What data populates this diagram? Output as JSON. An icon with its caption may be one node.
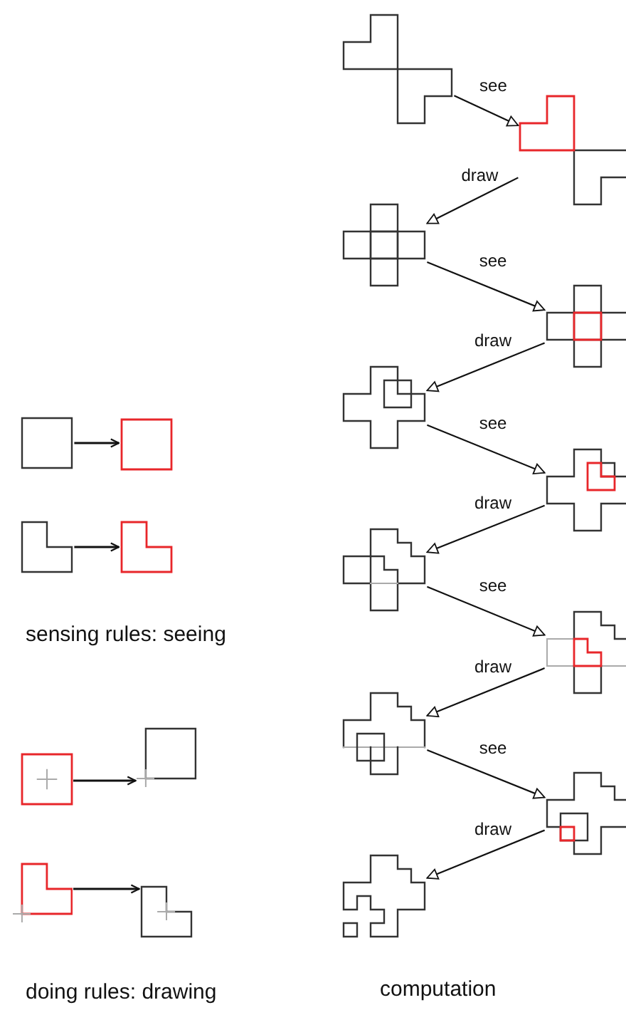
{
  "diagram": {
    "nodes": [
      {
        "text": [],
        "shape": "box"
      },
      {
        "text": [],
        "shape": "box"
      },
      {
        "text": [],
        "shape": "picture"
      },
      {
        "text": [],
        "shape": "picture"
      },
      {
        "text": [],
        "shape": "picture"
      },
      {
        "text": [],
        "shape": "picture"
      },
      {
        "text": [],
        "shape": "picture"
      },
      {
        "text": [],
        "shape": "picture"
      },
      {
        "text": [],
        "shape": "picture"
      },
      {
        "text": [],
        "shape": "picture"
      },
      {
        "text": [],
        "shape": "picture"
      },
      {
        "text": [],
        "shape": "picture"
      },
      {
        "text": [],
        "shape": "picture"
      },
      {
        "text": [],
        "shape": "picture"
      },
      {
        "text": [],
        "shape": "picture"
      },
      {
        "text": [],
        "shape": "picture"
      },
      {
        "text": [],
        "shape": "picture"
      },
      {
        "text": [],
        "shape": "picture"
      },
      {
        "text": [],
        "shape": "picture"
      }
    ],
    "edges": [
      {
        "from": 0,
        "to": 1,
        "arrow": "to"
      },
      {
        "from": 2,
        "to": 3,
        "arrow": "to"
      },
      {
        "from": 4,
        "to": 5,
        "arrow": "to"
      },
      {
        "from": 6,
        "to": 7,
        "arrow": "to"
      },
      {
        "from": 8,
        "to": 9,
        "arrow": "to",
        "label": "see"
      },
      {
        "from": 9,
        "to": 10,
        "arrow": "to",
        "label": "draw"
      },
      {
        "from": 10,
        "to": 11,
        "arrow": "to",
        "label": "see"
      },
      {
        "from": 11,
        "to": 12,
        "arrow": "to",
        "label": "draw"
      },
      {
        "from": 12,
        "to": 13,
        "arrow": "to",
        "label": "see"
      },
      {
        "from": 13,
        "to": 14,
        "arrow": "to",
        "label": "draw"
      },
      {
        "from": 14,
        "to": 15,
        "arrow": "to",
        "label": "see"
      },
      {
        "from": 15,
        "to": 16,
        "arrow": "to",
        "label": "draw"
      },
      {
        "from": 16,
        "to": 17,
        "arrow": "to",
        "label": "see"
      },
      {
        "from": 17,
        "to": 18,
        "arrow": "to",
        "label": "draw"
      }
    ],
    "labels": [
      "sensing rules: seeing",
      "doing rules: drawing",
      "computation"
    ]
  }
}
